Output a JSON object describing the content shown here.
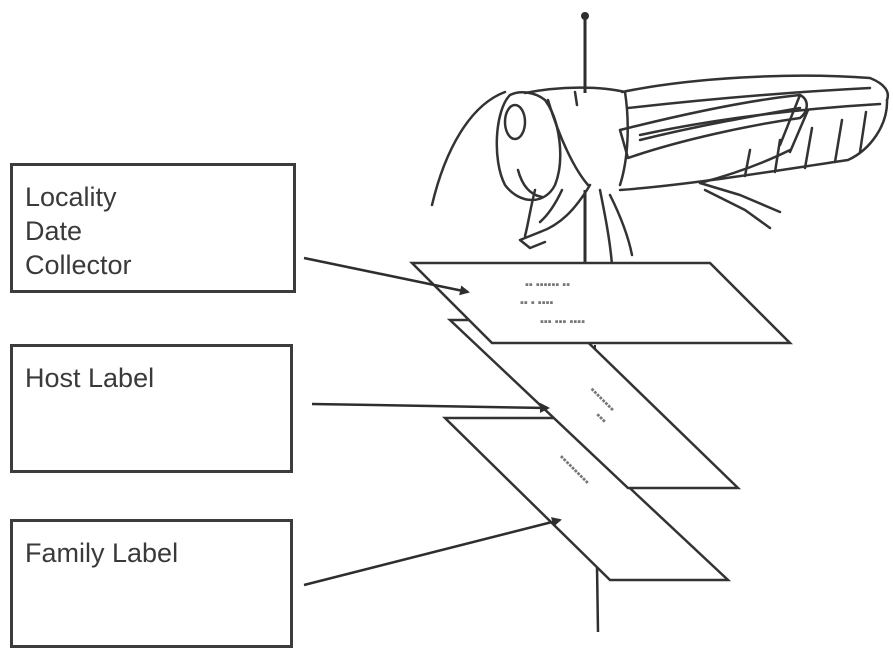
{
  "labels": {
    "locality_box": {
      "lines": [
        "Locality",
        "Date",
        "Collector"
      ]
    },
    "host_box": {
      "text": "Host Label"
    },
    "family_box": {
      "text": "Family Label"
    }
  },
  "colors": {
    "line": "#3c3c3c",
    "text": "#3a3a3a",
    "background": "#ffffff"
  }
}
